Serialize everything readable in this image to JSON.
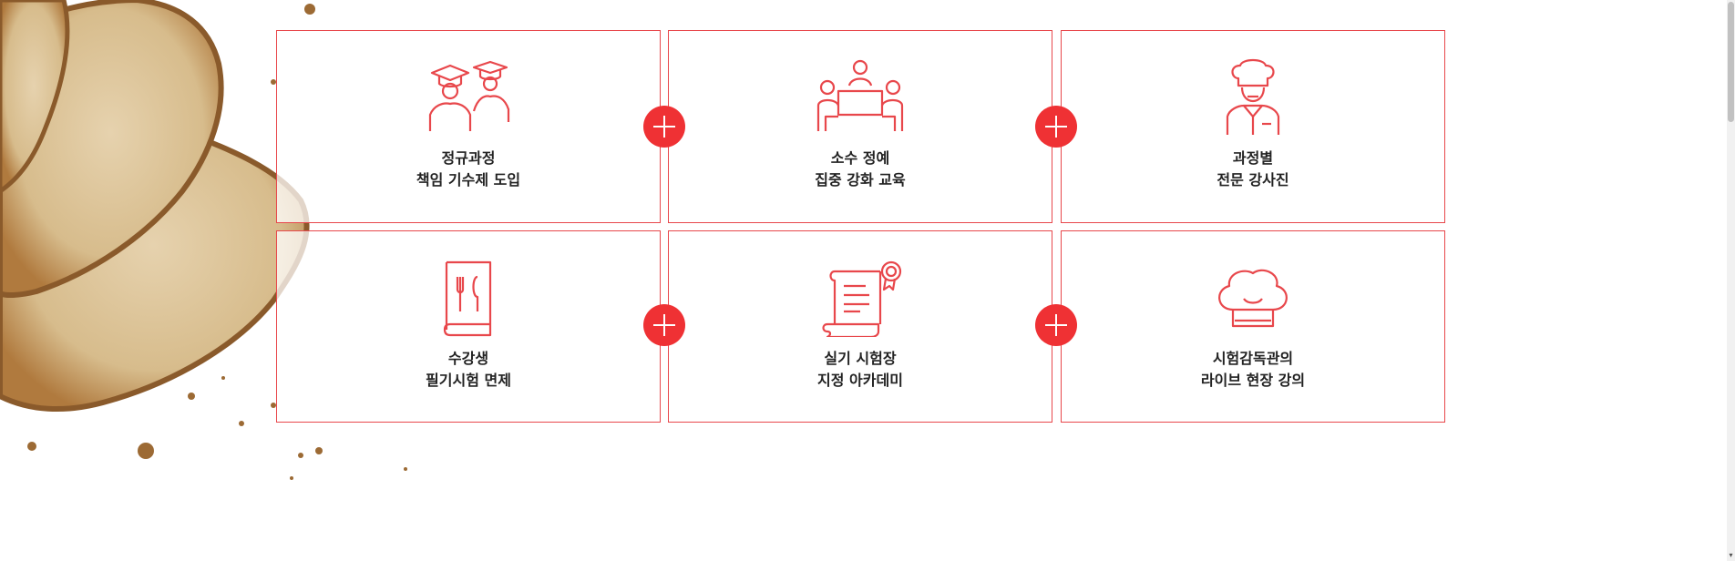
{
  "features": [
    {
      "icon": "graduates-icon",
      "line1": "정규과정",
      "line2": "책임 기수제 도입"
    },
    {
      "icon": "meeting-table-icon",
      "line1": "소수 정예",
      "line2": "집중 강화 교육"
    },
    {
      "icon": "chef-instructor-icon",
      "line1": "과정별",
      "line2": "전문 강사진"
    },
    {
      "icon": "recipe-book-icon",
      "line1": "수강생",
      "line2": "필기시험 면제"
    },
    {
      "icon": "certificate-scroll-icon",
      "line1": "실기 시험장",
      "line2": "지정 아카데미"
    },
    {
      "icon": "chef-hat-icon",
      "line1": "시험감독관의",
      "line2": "라이브 현장 강의"
    }
  ],
  "colors": {
    "accent": "#ef3134",
    "border": "#e8474b",
    "text": "#222222"
  }
}
